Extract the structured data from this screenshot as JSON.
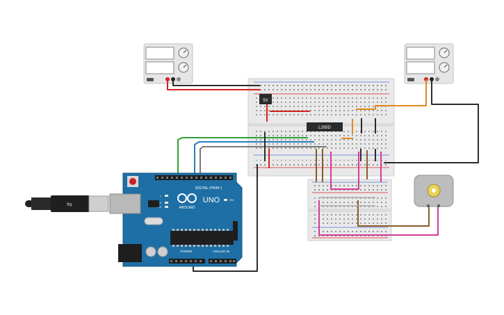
{
  "circuit": {
    "power_supply_left": {
      "button_text": ""
    },
    "power_supply_right": {
      "button_text": ""
    },
    "regulator": {
      "label": "5V"
    },
    "driver_ic": {
      "label": "L293D"
    },
    "arduino": {
      "brand": "UNO",
      "logo_text": "ARDUINO",
      "digital_label": "DIGITAL (PWM~)",
      "power_label": "POWER",
      "analog_label": "ANALOG IN",
      "tx_label": "TX",
      "rx_label": "RX",
      "l_label": "L",
      "on_label": "ON"
    },
    "motor": {
      "name": "dc-motor"
    }
  },
  "colors": {
    "background": "#ffffff",
    "breadboard": "#e9e9e9",
    "wire_black": "#2b2b2b",
    "wire_red": "#d42020",
    "wire_green": "#2f9e3a",
    "wire_blue": "#2a7fc0",
    "wire_orange": "#e08a1e",
    "wire_brown": "#8a5a2b",
    "wire_magenta": "#d43a9a",
    "wire_gray": "#7a7a7a",
    "arduino_board": "#1d6fa5",
    "psu_body": "#e6e6e6"
  }
}
